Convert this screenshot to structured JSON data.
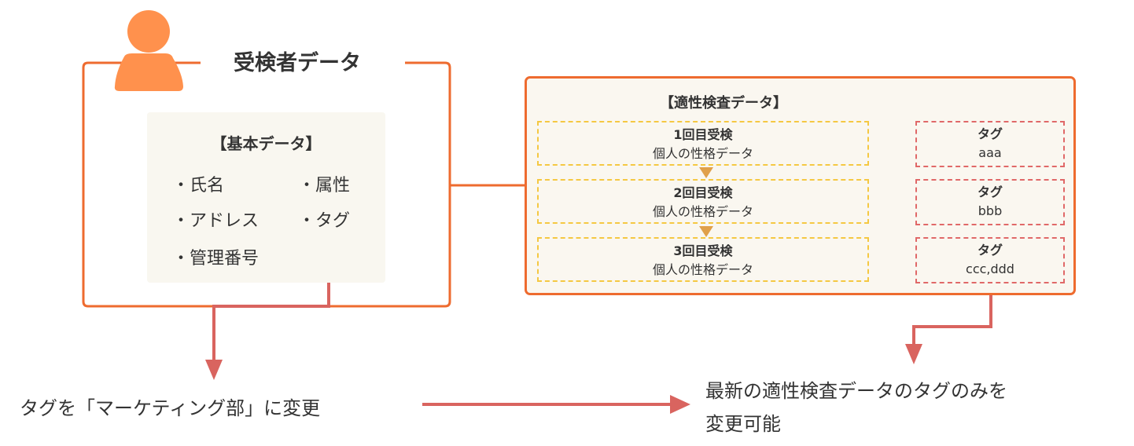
{
  "examinee": {
    "title": "受検者データ",
    "basic": {
      "title": "【基本データ】",
      "items": [
        "・氏名",
        "・アドレス",
        "・管理番号",
        "・属性",
        "・タグ"
      ]
    }
  },
  "aptitude": {
    "title": "【適性検査データ】",
    "rows": [
      {
        "label": "1回目受検",
        "sub": "個人の性格データ",
        "tag_label": "タグ",
        "tag_value": "aaa"
      },
      {
        "label": "2回目受検",
        "sub": "個人の性格データ",
        "tag_label": "タグ",
        "tag_value": "bbb"
      },
      {
        "label": "3回目受検",
        "sub": "個人の性格データ",
        "tag_label": "タグ",
        "tag_value": "ccc,ddd"
      }
    ]
  },
  "bottom": {
    "left_text": "タグを「マーケティング部」に変更",
    "right_text_line1": "最新の適性検査データのタグのみを",
    "right_text_line2": "変更可能"
  },
  "colors": {
    "orange": "#EE6B2F",
    "red": "#D9645F",
    "yellow": "#F5C842",
    "person": "#FF914D"
  }
}
